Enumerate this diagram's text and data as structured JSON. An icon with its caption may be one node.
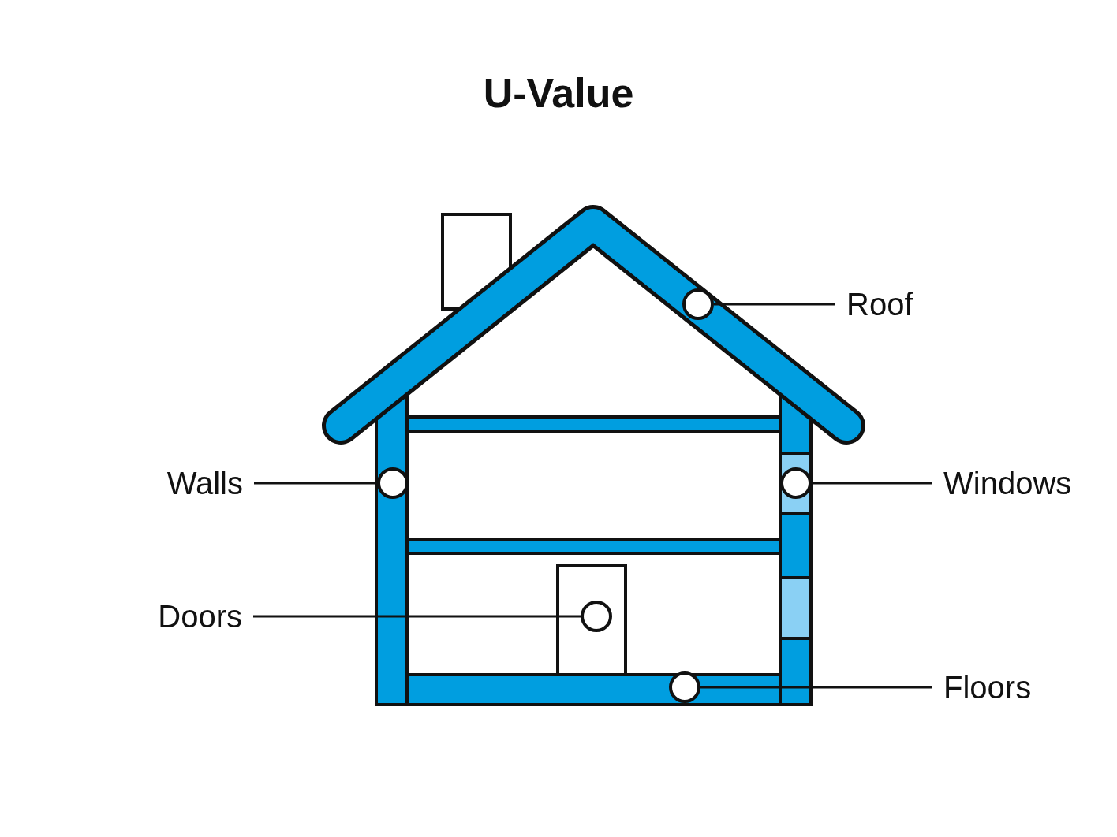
{
  "diagram": {
    "title": "U-Value",
    "nodes": [
      {
        "text": [
          "Roof"
        ]
      },
      {
        "text": [
          "Walls"
        ]
      },
      {
        "text": [
          "Windows"
        ]
      },
      {
        "text": [
          "Doors"
        ]
      },
      {
        "text": [
          "Floors"
        ]
      },
      {
        "text": [],
        "shape": "circle"
      },
      {
        "text": [],
        "shape": "circle"
      },
      {
        "text": [],
        "shape": "circle"
      },
      {
        "text": [],
        "shape": "circle"
      },
      {
        "text": [],
        "shape": "circle"
      }
    ],
    "edges": [
      {
        "from": 0,
        "to": 5,
        "arrow": "none"
      },
      {
        "from": 1,
        "to": 6,
        "arrow": "none"
      },
      {
        "from": 2,
        "to": 7,
        "arrow": "none"
      },
      {
        "from": 3,
        "to": 8,
        "arrow": "none"
      },
      {
        "from": 4,
        "to": 9,
        "arrow": "none"
      }
    ]
  }
}
